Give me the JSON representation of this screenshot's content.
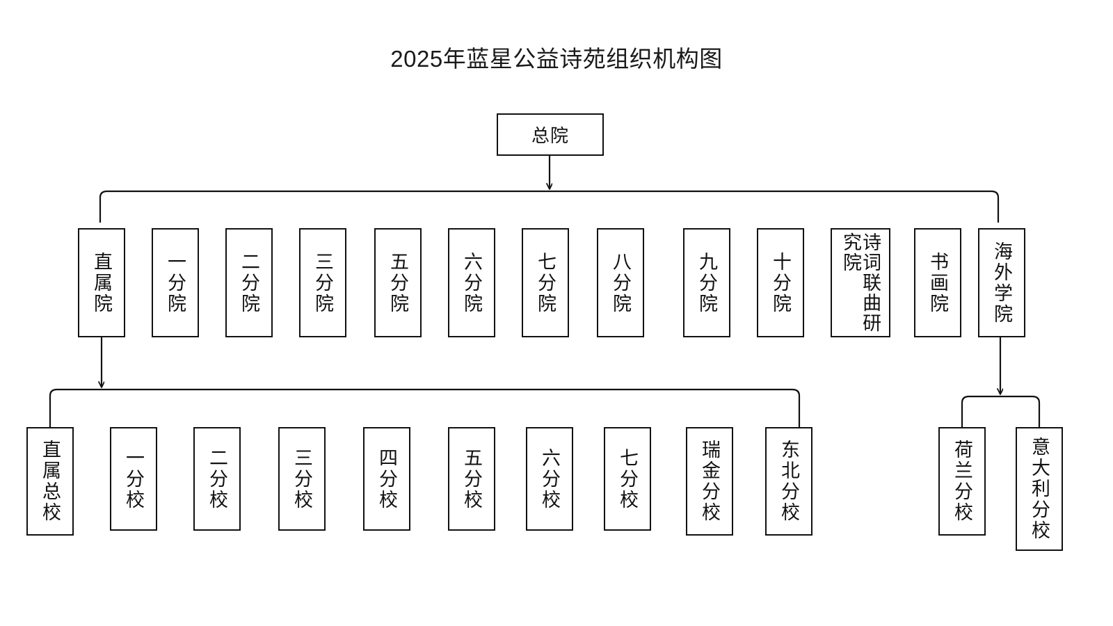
{
  "title": "2025年蓝星公益诗苑组织机构图",
  "colors": {
    "box_border": "#111111",
    "box_fill": "#ffffff",
    "line": "#111111",
    "text": "#111111",
    "background": "#ffffff"
  },
  "root": {
    "label": "总院"
  },
  "level2": {
    "nodes": [
      {
        "label": "直属院"
      },
      {
        "label": "一分院"
      },
      {
        "label": "二分院"
      },
      {
        "label": "三分院"
      },
      {
        "label": "五分院"
      },
      {
        "label": "六分院"
      },
      {
        "label": "七分院"
      },
      {
        "label": "八分院"
      },
      {
        "label": "九分院"
      },
      {
        "label": "十分院"
      },
      {
        "label": "诗词联曲研究院"
      },
      {
        "label": "书画院"
      },
      {
        "label": "海外学院"
      }
    ]
  },
  "level3_direct": {
    "parent": "直属院",
    "nodes": [
      {
        "label": "直属总校"
      },
      {
        "label": "一分校"
      },
      {
        "label": "二分校"
      },
      {
        "label": "三分校"
      },
      {
        "label": "四分校"
      },
      {
        "label": "五分校"
      },
      {
        "label": "六分校"
      },
      {
        "label": "七分校"
      },
      {
        "label": "瑞金分校"
      },
      {
        "label": "东北分校"
      }
    ]
  },
  "level3_overseas": {
    "parent": "海外学院",
    "nodes": [
      {
        "label": "荷兰分校"
      },
      {
        "label": "意大利分校"
      }
    ]
  }
}
